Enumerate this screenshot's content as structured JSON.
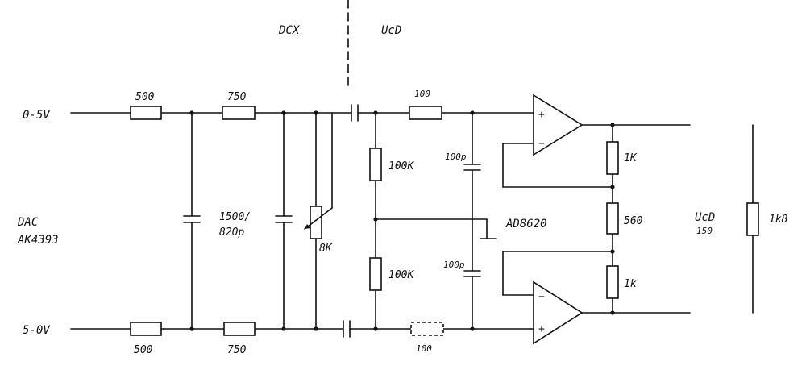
{
  "header": {
    "left": "DCX",
    "right": "UcD"
  },
  "inputs": {
    "top": "0-5V",
    "bottom": "5-0V"
  },
  "source": {
    "line1": "DAC",
    "line2": "AK4393"
  },
  "components": {
    "r_in_top": "500",
    "r_in_bottom": "500",
    "r_mid_top": "750",
    "r_mid_bottom": "750",
    "cap_filter": "1500/",
    "cap_filter_2": "820p",
    "pot": "8K",
    "r_series_top": "100",
    "r_series_bottom": "100",
    "r_bias_top": "100K",
    "r_bias_bottom": "100K",
    "cap_top": "100p",
    "cap_bottom": "100p",
    "r_fb_top": "1K",
    "r_gain": "560",
    "r_fb_bottom": "1k",
    "opamp": "AD8620",
    "load_label": "UcD",
    "load_sub": "150",
    "load": "1k8"
  },
  "opamp_signs": {
    "plus": "+",
    "minus": "−"
  }
}
